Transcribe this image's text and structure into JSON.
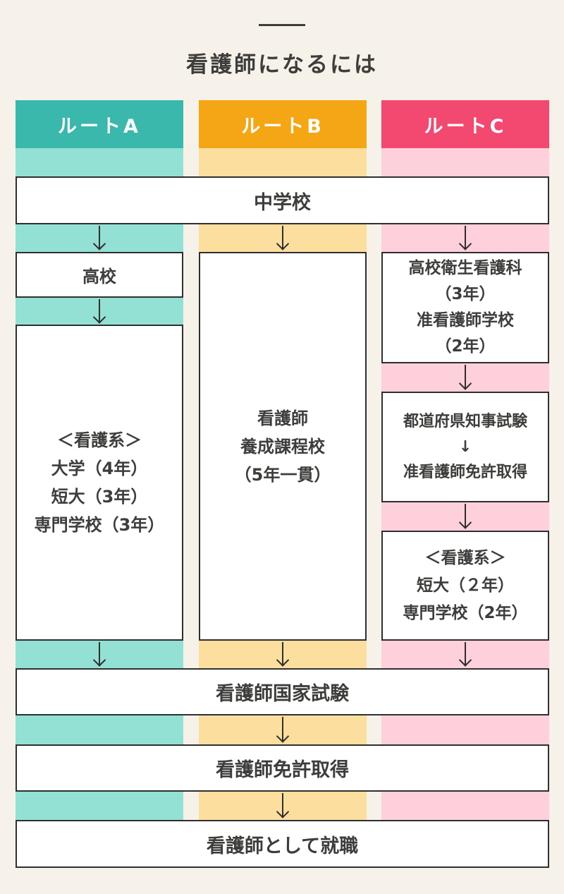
{
  "title": "看護師になるには",
  "colors": {
    "background": "#f6f2e9",
    "border": "#2f2f2f",
    "text": "#3d3d3b",
    "route_a": "#3ab8ac",
    "route_a_light": "#93e1d4",
    "route_b": "#f5a614",
    "route_b_light": "#fcdf9e",
    "route_c": "#f34970",
    "route_c_light": "#fdd0db"
  },
  "routes": [
    {
      "id": "A",
      "label": "ルートA"
    },
    {
      "id": "B",
      "label": "ルートB"
    },
    {
      "id": "C",
      "label": "ルートC"
    }
  ],
  "nodes": {
    "junior_high": "中学校",
    "route_a_highschool": "高校",
    "route_a_college": [
      "＜看護系＞",
      "大学（4年）",
      "短大（3年）",
      "専門学校（3年）"
    ],
    "route_b_school": [
      "看護師",
      "養成課程校",
      "（5年一貫）"
    ],
    "route_c_school1": [
      "高校衛生看護科",
      "（3年）",
      "准看護師学校",
      "（2年）"
    ],
    "route_c_exam": [
      "都道府県知事試験",
      "↓",
      "准看護師免許取得"
    ],
    "route_c_school2": [
      "＜看護系＞",
      "短大（２年）",
      "専門学校（2年）"
    ],
    "national_exam": "看護師国家試験",
    "license": "看護師免許取得",
    "employment": "看護師として就職"
  }
}
